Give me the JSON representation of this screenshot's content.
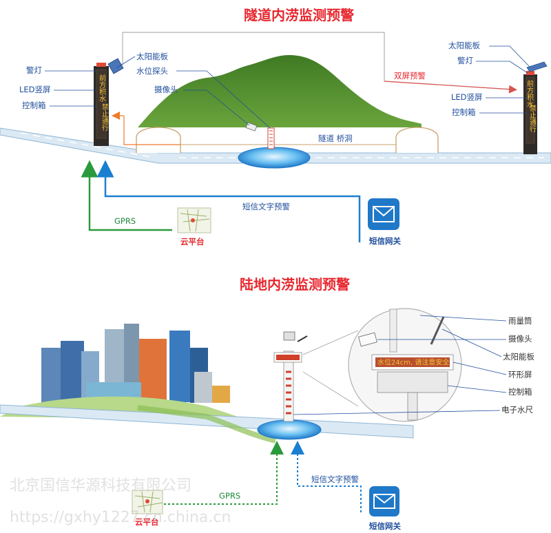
{
  "top": {
    "title": "隧道内涝监测预警",
    "left_labels": {
      "warning_light": "警灯",
      "led_screen": "LED竖屏",
      "control_box": "控制箱"
    },
    "middle_labels": {
      "solar_panel": "太阳能板",
      "water_probe": "水位探头",
      "camera": "摄像头"
    },
    "right_labels": {
      "solar_panel": "太阳能板",
      "warning_light": "警灯",
      "led_screen": "LED竖屏",
      "control_box": "控制箱"
    },
    "dual_screen": "双屏预警",
    "tunnel_label": "隧道  桥洞",
    "gprs": "GPRS",
    "sms_text": "短信文字预警",
    "cloud": "云平台",
    "sms_gateway": "短信网关",
    "pole_text_1": "前方积水",
    "pole_text_2": "禁止通行"
  },
  "bottom": {
    "title": "陆地内涝监测预警",
    "labels": {
      "rain_gauge": "雨量筒",
      "camera": "摄像头",
      "solar_panel": "太阳能板",
      "ring_screen": "环形屏",
      "control_box": "控制箱",
      "water_gauge": "电子水尺"
    },
    "screen_text": "水位24cm, 请注意安全",
    "gprs": "GPRS",
    "sms_text": "短信文字预警",
    "cloud": "云平台",
    "sms_gateway": "短信网关"
  },
  "watermark": {
    "line1": "北京国信华源科技有限公司",
    "line2": "https://gxhy1227.cn.china.cn"
  },
  "colors": {
    "title": "#e8262d",
    "label": "#1f4e9c",
    "green_arrow": "#2a9a3c",
    "blue_arrow": "#1a7fd0",
    "orange_arrow": "#f07a2a",
    "mountain": "#4f8a2e",
    "water": "#3a9de0"
  }
}
